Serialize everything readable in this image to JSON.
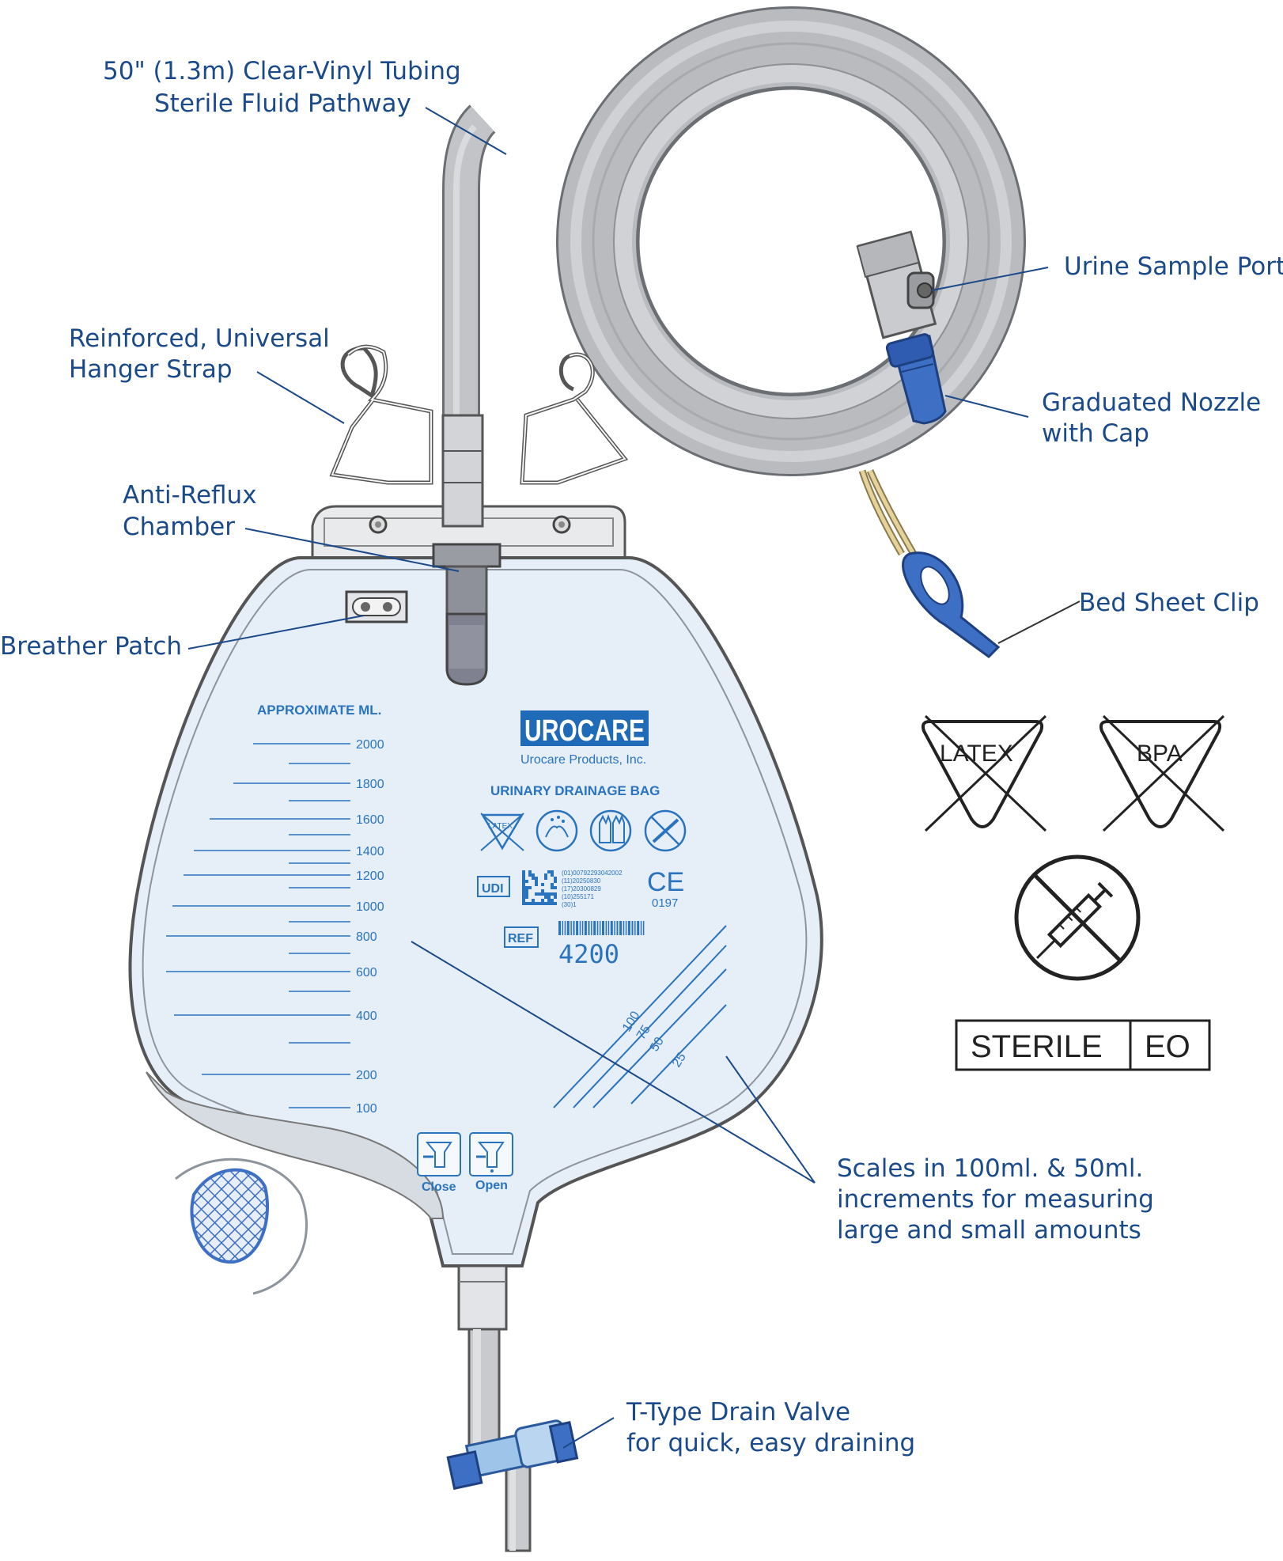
{
  "callouts": {
    "tubing": [
      "50\" (1.3m) Clear-Vinyl Tubing",
      "Sterile Fluid Pathway"
    ],
    "sample_port": "Urine Sample Port",
    "hanger": [
      "Reinforced, Universal",
      "Hanger Strap"
    ],
    "nozzle": [
      "Graduated Nozzle",
      "with Cap"
    ],
    "anti_reflux": [
      "Anti-Reflux",
      "Chamber"
    ],
    "bed_clip": "Bed Sheet Clip",
    "breather": "Breather Patch",
    "scales": [
      "Scales in 100ml. & 50ml.",
      "increments for measuring",
      "large and small amounts"
    ],
    "drain_valve": [
      "T-Type Drain Valve",
      "for quick, easy draining"
    ]
  },
  "bag": {
    "scale_title": "APPROXIMATE ML.",
    "scale_labels": [
      "2000",
      "1800",
      "1600",
      "1400",
      "1200",
      "1000",
      "800",
      "600",
      "400",
      "200",
      "100"
    ],
    "small_scale_labels": [
      "100",
      "75",
      "50",
      "25"
    ],
    "brand": "UROCARE",
    "company": "Urocare Products, Inc.",
    "product": "URINARY DRAINAGE BAG",
    "latex_mark": "LATEX",
    "udi_label": "UDI",
    "udi_lines": [
      "(01)00792293042002",
      "(11)20250830",
      "(17)20300829",
      "(10)255171",
      "(30)1"
    ],
    "ce_mark": "CE",
    "ce_number": "0197",
    "ref_label": "REF",
    "ref_number": "4200",
    "valve_close": "Close",
    "valve_open": "Open"
  },
  "symbols": {
    "latex": "LATEX",
    "bpa": "BPA",
    "sterile": "STERILE",
    "eo": "EO"
  },
  "colors": {
    "label_blue": "#1b4a8a",
    "bag_blue": "#2a74bf",
    "cap_blue": "#3d6fc4"
  }
}
